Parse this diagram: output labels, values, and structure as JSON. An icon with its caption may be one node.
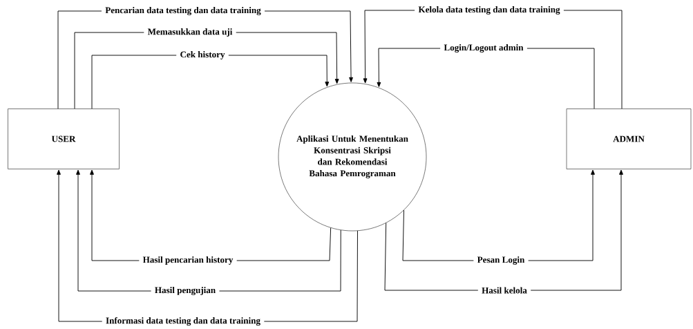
{
  "diagram": {
    "nodes": [
      {
        "text": [
          "USER"
        ]
      },
      {
        "text": [
          "Aplikasi Untuk Menentukan Konsentrasi Skripsi dan Rekomendasi Bahasa Pemrograman"
        ]
      },
      {
        "text": [
          "ADMIN"
        ]
      }
    ],
    "edges": [
      {
        "from": 0,
        "to": 1,
        "arrow": "to",
        "label": "Pencarian data testing dan data training"
      },
      {
        "from": 0,
        "to": 1,
        "arrow": "to",
        "label": "Memasukkan data uji"
      },
      {
        "from": 0,
        "to": 1,
        "arrow": "to",
        "label": "Cek history"
      },
      {
        "from": 2,
        "to": 1,
        "arrow": "to",
        "label": "Kelola data testing dan data training"
      },
      {
        "from": 2,
        "to": 1,
        "arrow": "to",
        "label": "Login/Logout admin"
      },
      {
        "from": 1,
        "to": 0,
        "arrow": "to",
        "label": "Hasil pencarian history"
      },
      {
        "from": 1,
        "to": 0,
        "arrow": "to",
        "label": "Hasil pengujian"
      },
      {
        "from": 1,
        "to": 0,
        "arrow": "to",
        "label": "Informasi data testing dan data training"
      },
      {
        "from": 1,
        "to": 2,
        "arrow": "to",
        "label": "Pesan Login"
      },
      {
        "from": 1,
        "to": 2,
        "arrow": "to",
        "label": "Hasil kelola"
      }
    ]
  }
}
